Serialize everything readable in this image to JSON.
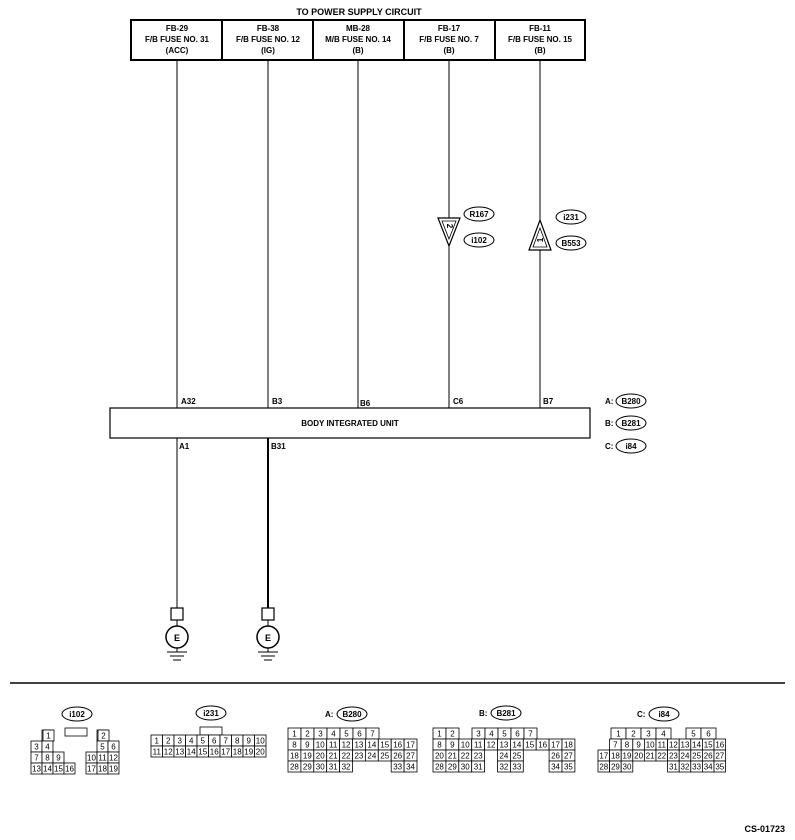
{
  "header": "TO POWER SUPPLY CIRCUIT",
  "fuses": [
    {
      "l1": "FB-29",
      "l2": "F/B FUSE NO. 31",
      "l3": "(ACC)"
    },
    {
      "l1": "FB-38",
      "l2": "F/B FUSE NO. 12",
      "l3": "(IG)"
    },
    {
      "l1": "MB-28",
      "l2": "M/B FUSE NO. 14",
      "l3": "(B)"
    },
    {
      "l1": "FB-17",
      "l2": "F/B FUSE NO. 7",
      "l3": "(B)"
    },
    {
      "l1": "FB-11",
      "l2": "F/B FUSE NO. 15",
      "l3": "(B)"
    }
  ],
  "unit": {
    "label": "BODY INTEGRATED UNIT",
    "top_pins": [
      "A32",
      "B3",
      "B6",
      "C6",
      "B7"
    ],
    "bottom_pins": [
      "A1",
      "B31"
    ]
  },
  "connectors_right": [
    {
      "prefix": "A:",
      "code": "B280"
    },
    {
      "prefix": "B:",
      "code": "B281"
    },
    {
      "prefix": "C:",
      "code": "i84"
    }
  ],
  "splices": [
    {
      "pin": "2",
      "top": "R167",
      "bottom": "i102"
    },
    {
      "pin": "1",
      "top": "i231",
      "bottom": "B553"
    }
  ],
  "ground_label": "E",
  "connector_views": {
    "i102": {
      "label": "i102"
    },
    "i231": {
      "label": "i231"
    },
    "B280": {
      "prefix": "A:",
      "label": "B280"
    },
    "B281": {
      "prefix": "B:",
      "label": "B281"
    },
    "i84": {
      "prefix": "C:",
      "label": "i84"
    }
  },
  "figure_id": "CS-01723"
}
